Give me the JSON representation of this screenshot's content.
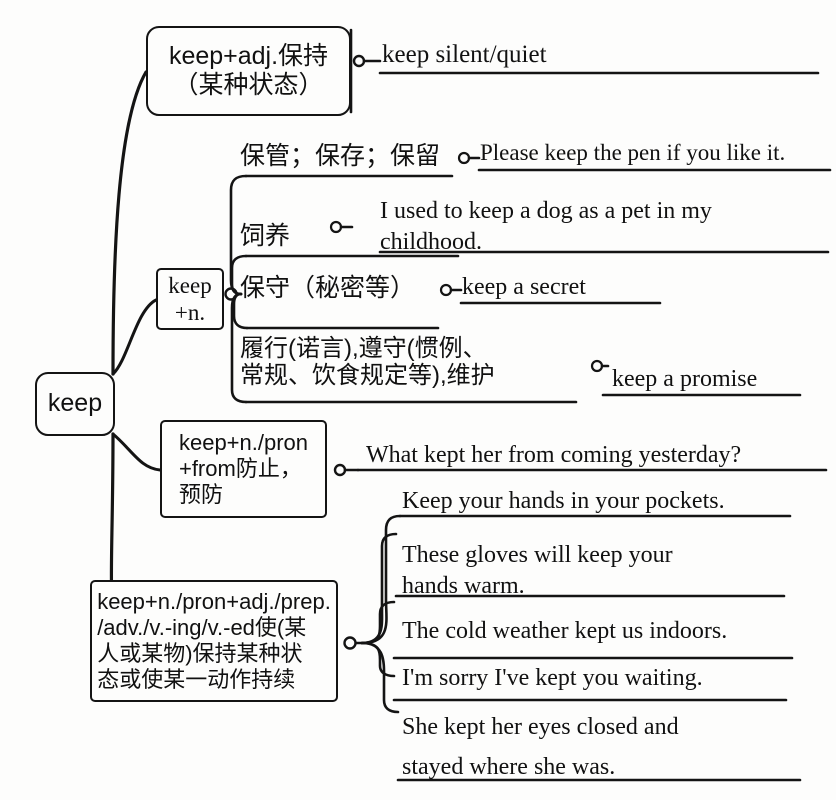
{
  "diagram": {
    "title": "keep mind map",
    "root": {
      "label": "keep"
    },
    "ink_color": "#141414",
    "background_color": "#fdfdfc",
    "branches": [
      {
        "id": "adj",
        "node_label": "keep+adj.保持\n（某种状态）",
        "examples": [
          {
            "text": "keep silent/quiet"
          }
        ]
      },
      {
        "id": "n",
        "node_label": "keep\n+n.",
        "senses": [
          {
            "sense": "保管；保存；保留",
            "example": "Please keep the pen if you like it."
          },
          {
            "sense": "饲养",
            "example": "I used to keep a dog as a pet in my\nchildhood."
          },
          {
            "sense": "保守（秘密等）",
            "example": "keep a secret"
          },
          {
            "sense": "履行(诺言),遵守(惯例、\n常规、饮食规定等),维护",
            "example": "keep a promise"
          }
        ]
      },
      {
        "id": "from",
        "node_label": "keep+n./pron\n+from防止，\n预防",
        "examples": [
          {
            "text": "What kept her from coming yesterday?"
          }
        ]
      },
      {
        "id": "complement",
        "node_label": "keep+n./pron+adj./prep.\n/adv./v.-ing/v.-ed使(某\n人或某物)保持某种状\n态或使某一动作持续",
        "examples": [
          {
            "text": "Keep your hands in your pockets."
          },
          {
            "text": "These gloves will keep your\nhands warm."
          },
          {
            "text": "The cold weather kept us indoors."
          },
          {
            "text": "I'm sorry I've kept you waiting."
          },
          {
            "text": "She kept her eyes closed and\nstayed where she was."
          }
        ]
      }
    ]
  }
}
